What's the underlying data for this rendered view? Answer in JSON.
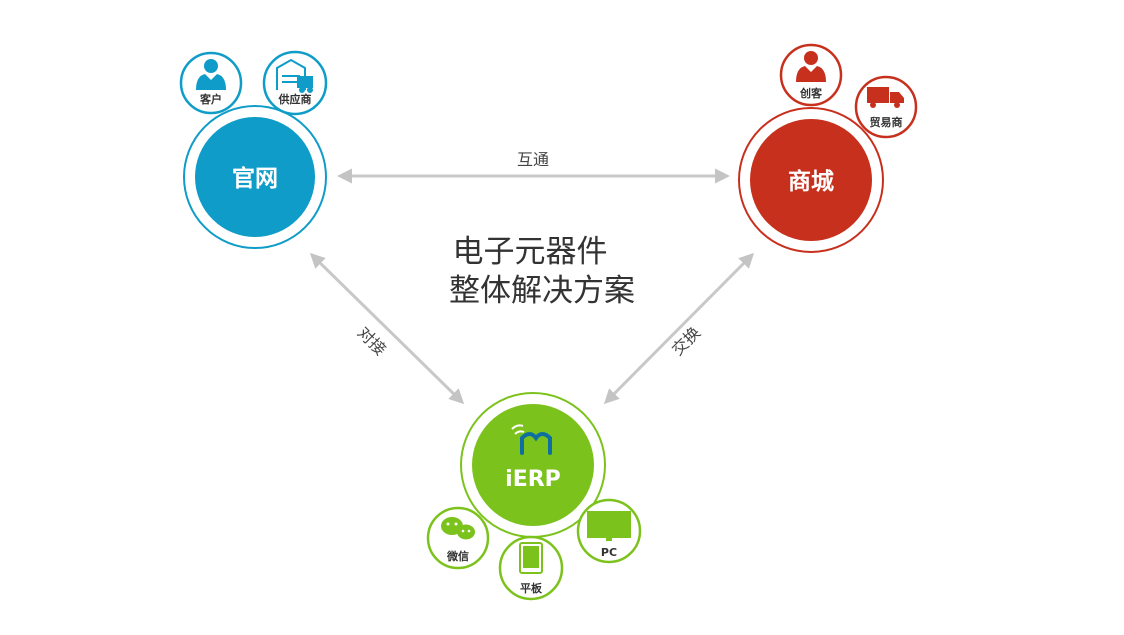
{
  "title": {
    "line1": "电子元器件",
    "line2": "整体解决方案"
  },
  "links": {
    "top": "互通",
    "left": "对接",
    "right": "交换"
  },
  "nodes": {
    "website": {
      "label": "官网",
      "color": "#0f9cc8",
      "satellites": [
        {
          "label": "客户",
          "icon": "person-icon"
        },
        {
          "label": "供应商",
          "icon": "warehouse-truck-icon"
        }
      ]
    },
    "mall": {
      "label": "商城",
      "color": "#c8301e",
      "satellites": [
        {
          "label": "创客",
          "icon": "person-icon"
        },
        {
          "label": "贸易商",
          "icon": "truck-icon"
        }
      ]
    },
    "erp": {
      "label": "iERP",
      "color": "#7cc21c",
      "satellites": [
        {
          "label": "微信",
          "icon": "wechat-icon"
        },
        {
          "label": "平板",
          "icon": "tablet-icon"
        },
        {
          "label": "PC",
          "icon": "monitor-icon"
        }
      ]
    }
  },
  "colors": {
    "arrow": "#c8c8c8",
    "text": "#333333"
  }
}
